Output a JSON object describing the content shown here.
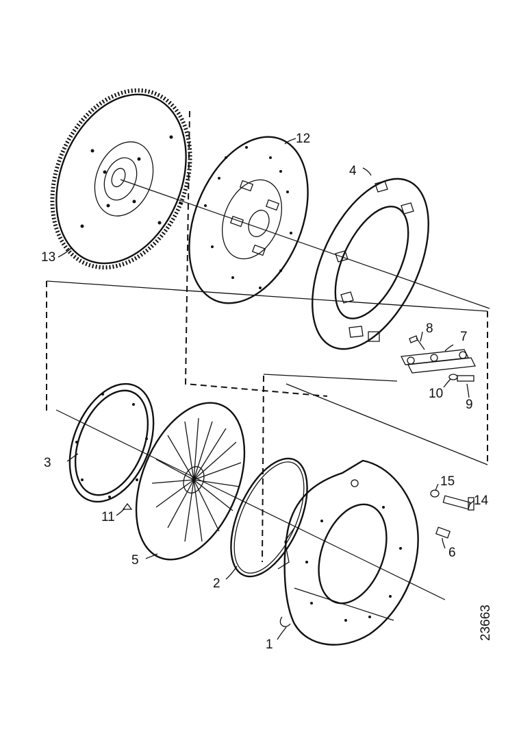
{
  "diagram": {
    "figure_number": "23663",
    "callouts": [
      {
        "id": "c1",
        "text": "1"
      },
      {
        "id": "c2",
        "text": "2"
      },
      {
        "id": "c3",
        "text": "3"
      },
      {
        "id": "c4",
        "text": "4"
      },
      {
        "id": "c5",
        "text": "5"
      },
      {
        "id": "c6",
        "text": "6"
      },
      {
        "id": "c7",
        "text": "7"
      },
      {
        "id": "c8",
        "text": "8"
      },
      {
        "id": "c9",
        "text": "9"
      },
      {
        "id": "c10",
        "text": "10"
      },
      {
        "id": "c11",
        "text": "11"
      },
      {
        "id": "c12",
        "text": "12"
      },
      {
        "id": "c13",
        "text": "13"
      },
      {
        "id": "c14",
        "text": "14"
      },
      {
        "id": "c15",
        "text": "15"
      }
    ]
  }
}
